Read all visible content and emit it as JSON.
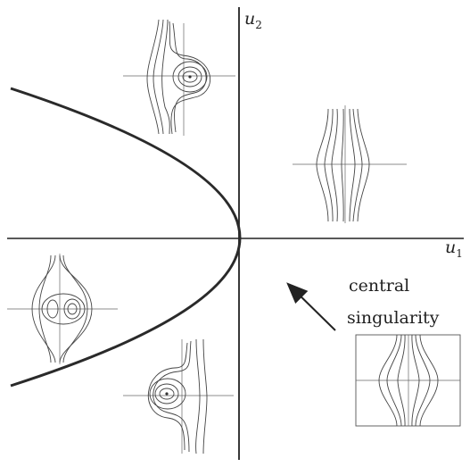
{
  "axes": {
    "x_label": "u",
    "x_label_sub": "1",
    "y_label": "u",
    "y_label_sub": "2"
  },
  "annotation": {
    "line1": "central",
    "line2": "singularity"
  },
  "colors": {
    "ink": "#222222",
    "curve": "#2a2a2a",
    "background": "#ffffff"
  }
}
